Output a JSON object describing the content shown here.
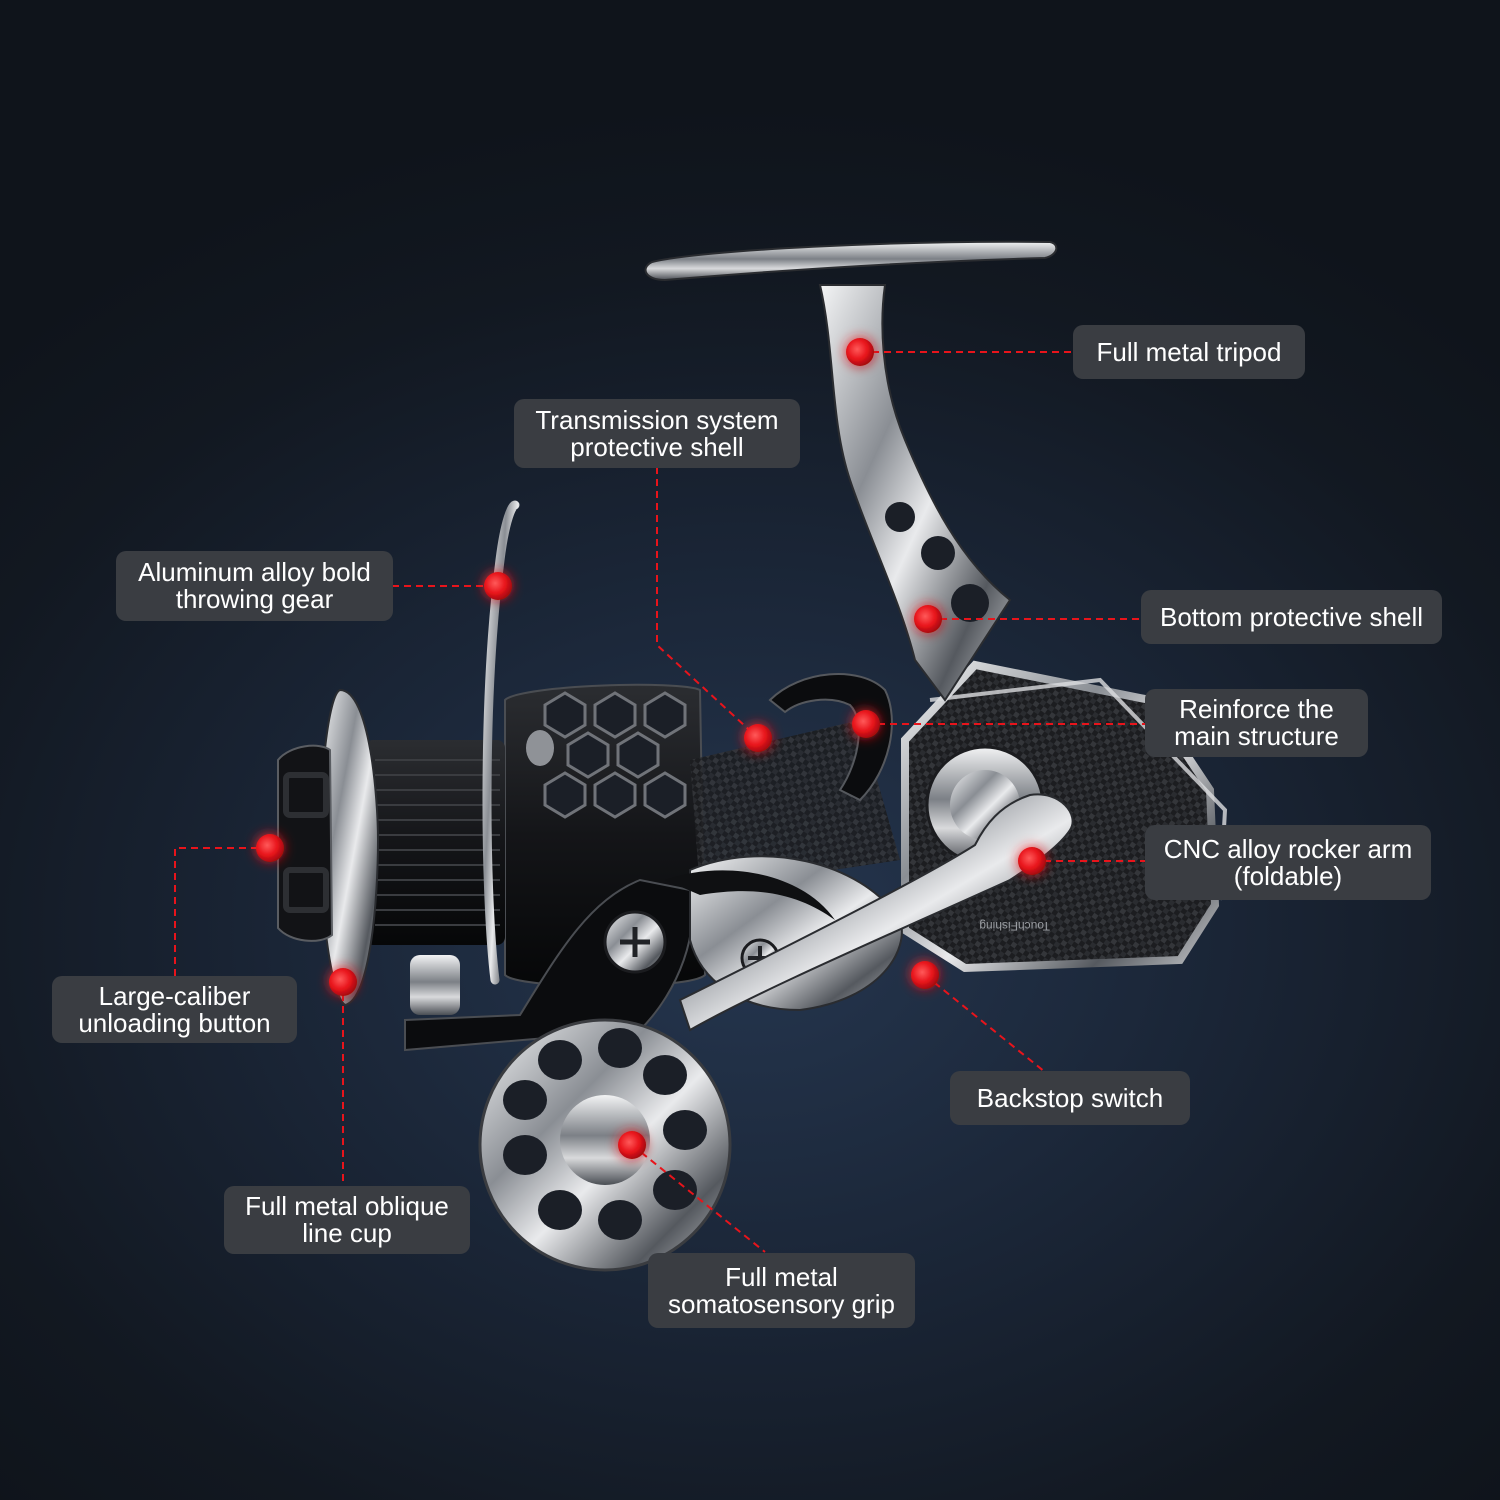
{
  "labels": {
    "tripod": "Full metal tripod",
    "transmission_shell": "Transmission system\nprotective shell",
    "throwing_gear": "Aluminum alloy bold\nthrowing gear",
    "bottom_shell": "Bottom protective shell",
    "main_structure": "Reinforce the\nmain structure",
    "rocker_arm": "CNC alloy rocker arm\n(foldable)",
    "unloading_button": "Large-caliber\nunloading button",
    "backstop_switch": "Backstop switch",
    "line_cup": "Full metal oblique\nline cup",
    "grip": "Full metal\nsomatosensory grip"
  },
  "colors": {
    "accent": "#e8141b",
    "callout_bg": "#3a3d42",
    "callout_text": "#ffffff"
  }
}
